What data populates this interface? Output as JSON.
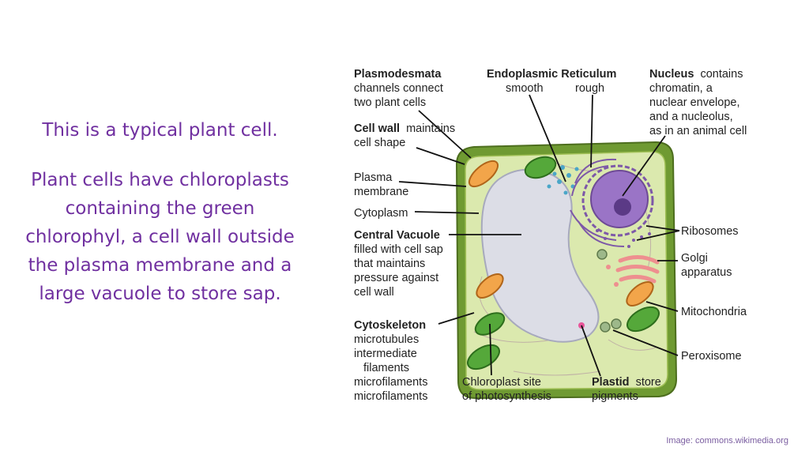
{
  "slide": {
    "title": "This is a typical plant cell.",
    "body": "Plant cells have chloroplasts containing the green chlorophyl, a cell wall outside the plasma membrane and a large vacuole to store sap.",
    "credit": "Image: commons.wikimedia.org"
  },
  "diagram": {
    "plasmodesmata": {
      "name": "Plasmodesmata",
      "l1": "channels connect",
      "l2": "two plant cells"
    },
    "er": {
      "name": "Endoplasmic Reticulum",
      "smooth": "smooth",
      "rough": "rough"
    },
    "nucleus": {
      "name": "Nucleus",
      "l0": "contains",
      "l1": "chromatin, a",
      "l2": "nuclear envelope,",
      "l3": "and a nucleolus,",
      "l4": "as in an animal cell"
    },
    "cellwall": {
      "name": "Cell wall",
      "l0": "maintains",
      "l1": "cell shape"
    },
    "plasma": {
      "l1": "Plasma",
      "l2": "membrane"
    },
    "cytoplasm": {
      "name": "Cytoplasm"
    },
    "vacuole": {
      "name": "Central Vacuole",
      "l1": "filled with cell sap",
      "l2": "that maintains",
      "l3": "pressure against",
      "l4": "cell wall"
    },
    "ribosomes": {
      "name": "Ribosomes"
    },
    "golgi": {
      "l1": "Golgi",
      "l2": "apparatus"
    },
    "mitochondria": {
      "name": "Mitochondria"
    },
    "peroxisome": {
      "name": "Peroxisome"
    },
    "cytoskeleton": {
      "name": "Cytoskeleton",
      "l1": "microtubules",
      "l2": "intermediate",
      "l3": "filaments",
      "l4": "microfilaments",
      "l5": "microfilaments"
    },
    "chloroplast": {
      "l1": "Chloroplast site",
      "l2": "of photosynthesis"
    },
    "plastid": {
      "name": "Plastid",
      "l0": "store",
      "l1": "pigments"
    }
  },
  "colors": {
    "text_purple": "#7030a0",
    "cell_wall": "#5f8a2a",
    "cytoplasm": "#dbe9ae",
    "vacuole": "#dcdde6",
    "chloroplast": "#55a83a",
    "mitochondria": "#e8912e",
    "nucleus": "#8a5bb5",
    "golgi": "#f08f8f"
  }
}
